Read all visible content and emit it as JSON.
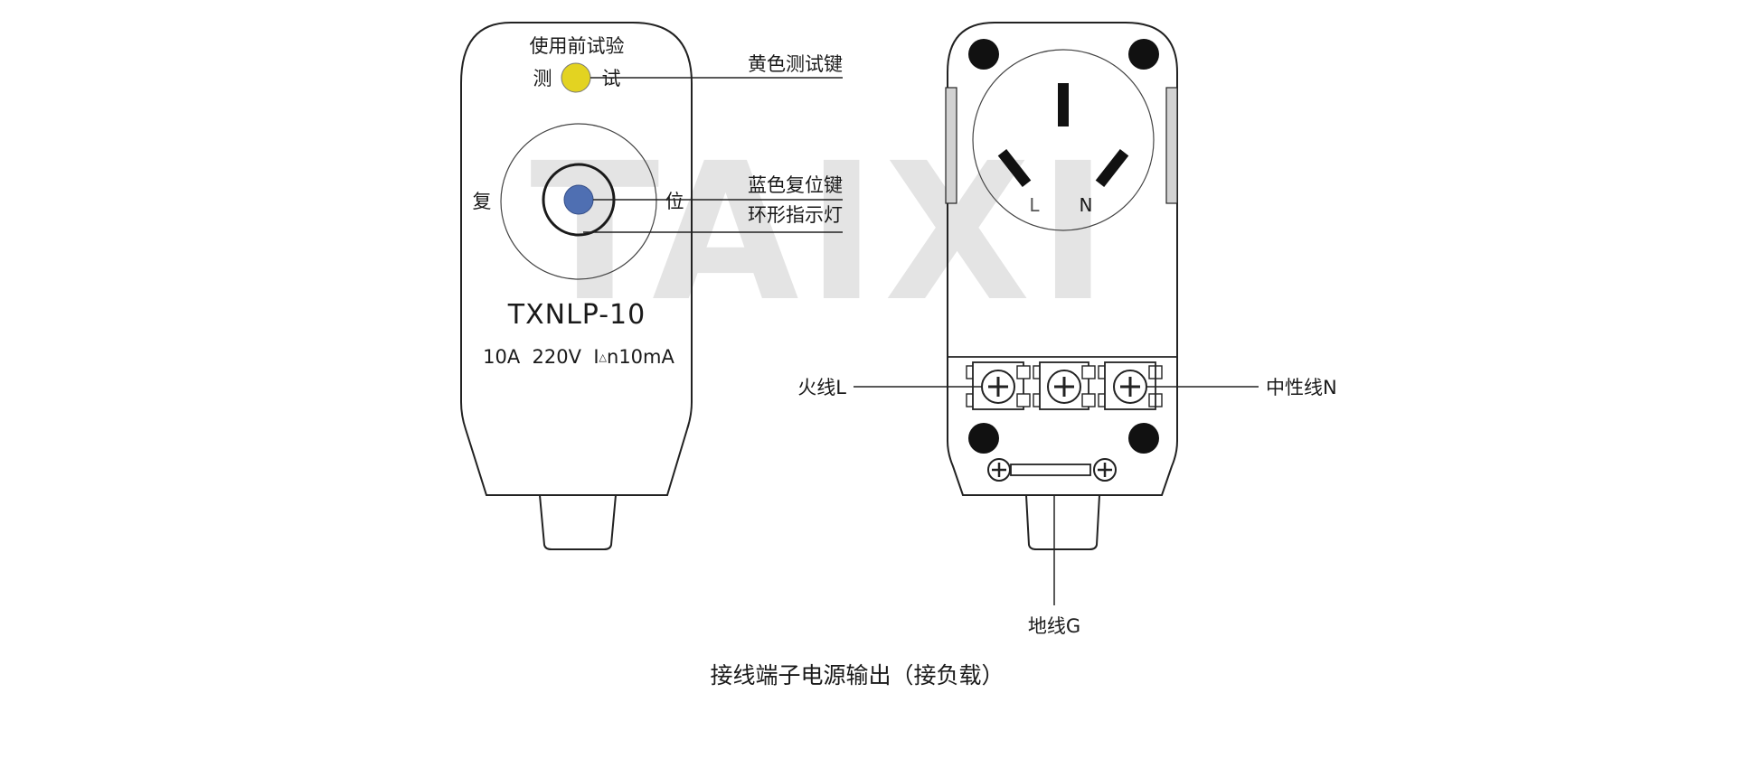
{
  "watermark": "TAIXI",
  "colors": {
    "outline": "#222222",
    "watermark": "#e4e4e4",
    "test_button": "#e3d321",
    "reset_button": "#4f6fb2",
    "post": "#111111",
    "side_rail": "#cfcfcf"
  },
  "front": {
    "test_header": "使用前试验",
    "test_left": "测",
    "test_right": "试",
    "reset_left": "复",
    "reset_right": "位",
    "model": "TXNLP-10",
    "rating_prefix": "10A  220V  I",
    "rating_delta": "△",
    "rating_suffix": "n10mA"
  },
  "callouts": {
    "yellow_test_key": "黄色测试键",
    "blue_reset_key": "蓝色复位键",
    "ring_indicator": "环形指示灯"
  },
  "back": {
    "socket_L": "L",
    "socket_N": "N",
    "live_wire": "火线L",
    "neutral_wire": "中性线N",
    "ground_wire": "地线G"
  },
  "caption": "接线端子电源输出（接负载）"
}
